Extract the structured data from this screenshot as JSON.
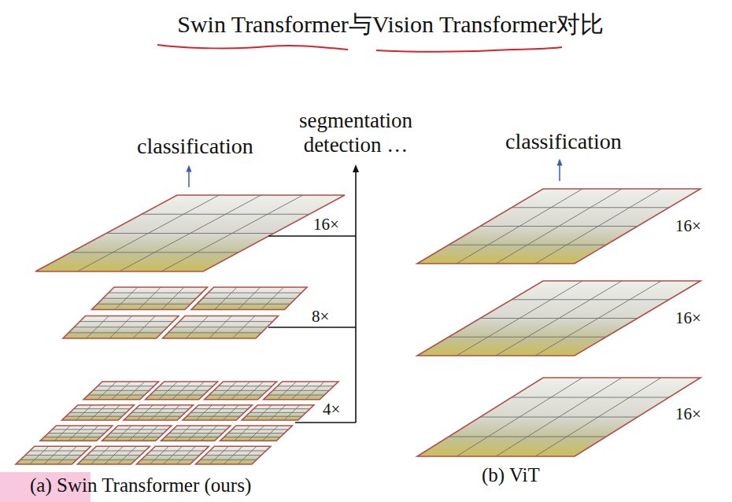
{
  "diagram": {
    "title": "Swin Transformer与Vision Transformer对比",
    "labels": [
      "classification",
      "segmentation detection …",
      "16×",
      "8×",
      "4×",
      "classification",
      "16×",
      "16×",
      "16×",
      "(a) Swin Transformer (ours)",
      "(b) ViT"
    ]
  }
}
